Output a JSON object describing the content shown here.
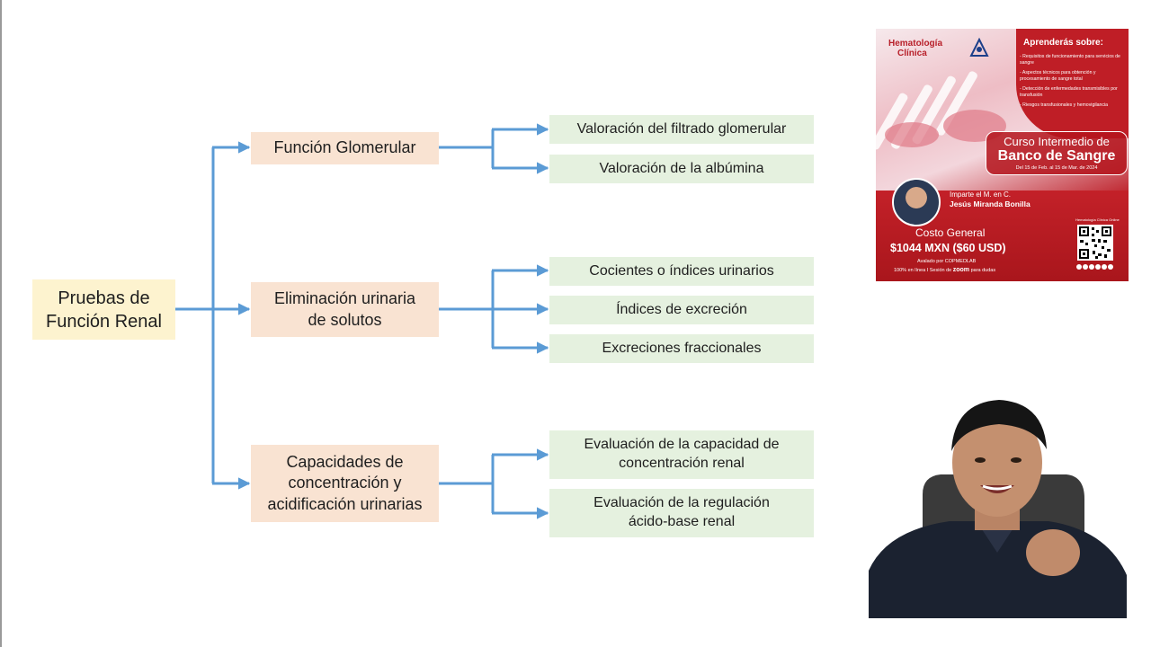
{
  "diagram": {
    "root": {
      "line1": "Pruebas de",
      "line2": "Función Renal"
    },
    "branches": [
      {
        "label_lines": [
          "Función Glomerular"
        ],
        "leaves": [
          {
            "lines": [
              "Valoración del filtrado glomerular"
            ]
          },
          {
            "lines": [
              "Valoración de la albúmina"
            ]
          }
        ]
      },
      {
        "label_lines": [
          "Eliminación urinaria",
          "de solutos"
        ],
        "leaves": [
          {
            "lines": [
              "Cocientes o índices urinarios"
            ]
          },
          {
            "lines": [
              "Índices de excreción"
            ]
          },
          {
            "lines": [
              "Excreciones fraccionales"
            ]
          }
        ]
      },
      {
        "label_lines": [
          "Capacidades de",
          "concentración y",
          "acidificación urinarias"
        ],
        "leaves": [
          {
            "lines": [
              "Evaluación de la capacidad de",
              "concentración renal"
            ]
          },
          {
            "lines": [
              "Evaluación de la regulación",
              "ácido-base renal"
            ]
          }
        ]
      }
    ],
    "colors": {
      "root_fill": "#fdf3cf",
      "branch_fill": "#f9e3d2",
      "leaf_fill": "#e5f1df",
      "connector": "#5b9bd5"
    }
  },
  "ad": {
    "brand_line1": "Hematología",
    "brand_line2": "Clínica",
    "learn_title": "Aprenderás sobre:",
    "topics": [
      "- Requisitos de funcionamiento para servicios de sangre",
      "- Aspectos técnicos para obtención y procesamiento de sangre total",
      "- Detección de enfermedades transmisibles por transfusión",
      "- Riesgos transfusionales y hemovigilancia"
    ],
    "course_line1": "Curso Intermedio de",
    "course_line2": "Banco de Sangre",
    "dates": "Del 15 de Feb. al 15 de Mar. de 2024",
    "teacher_line1": "Imparte el M. en C.",
    "teacher_name": "Jesús Miranda Bonilla",
    "cost_label": "Costo General",
    "price": "$1044 MXN ($60 USD)",
    "endorsed": "Avalado por COPMEDLAB",
    "online_prefix": "100% en línea I Sesión de",
    "online_zoom": "zoom",
    "online_suffix": "para dudas",
    "qr_label": "Hematología Clínica Online",
    "colors": {
      "red": "#c6222a"
    }
  },
  "webcam": {
    "icon": "presenter-video"
  }
}
